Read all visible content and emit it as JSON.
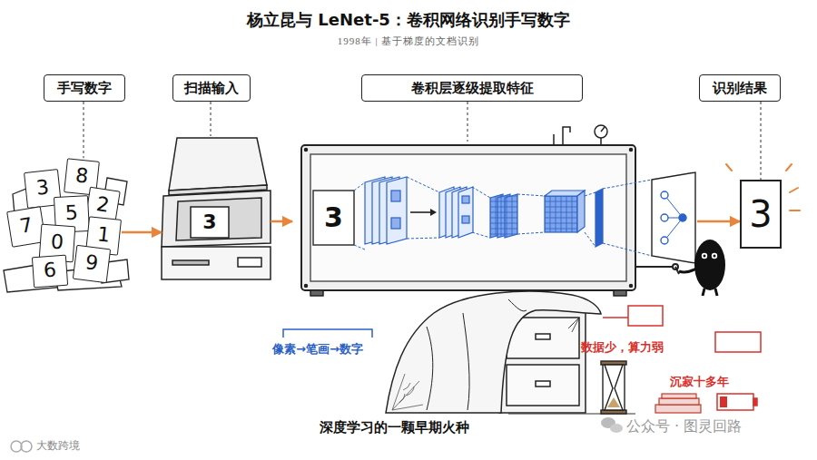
{
  "diagram": {
    "title": "杨立昆与 LeNet-5：卷积网络识别手写数字",
    "caption": "深度学习的一颗早期火种",
    "nodes": [
      {
        "text": [
          "手写数字"
        ]
      },
      {
        "text": [
          "扫描输入"
        ]
      },
      {
        "text": [
          "卷积层逐级提取特征"
        ]
      },
      {
        "text": [
          "识别结果"
        ]
      },
      {
        "text": [
          "3"
        ]
      },
      {
        "text": [
          "8"
        ]
      },
      {
        "text": [
          "2"
        ]
      },
      {
        "text": [
          "5"
        ]
      },
      {
        "text": [
          "7"
        ]
      },
      {
        "text": [
          "0"
        ]
      },
      {
        "text": [
          "1"
        ]
      },
      {
        "text": [
          "6"
        ]
      },
      {
        "text": [
          "9"
        ]
      },
      {
        "text": [
          "3"
        ]
      },
      {
        "text": [
          "3"
        ]
      },
      {
        "text": [
          "3"
        ]
      }
    ],
    "edges": [
      {
        "from": 0,
        "to": 5,
        "arrow": "none"
      },
      {
        "from": 1,
        "to": 13,
        "arrow": "none"
      },
      {
        "from": 2,
        "to": 14,
        "arrow": "none"
      },
      {
        "from": 3,
        "to": 15,
        "arrow": "none"
      },
      {
        "from": 10,
        "to": 13,
        "arrow": "to"
      },
      {
        "from": 13,
        "to": 14,
        "arrow": "to"
      },
      {
        "from": 14,
        "to": 15,
        "arrow": "to"
      }
    ],
    "labels": [
      "1998年 | 基于梯度的文档识别",
      "像素→笔画→数字",
      "数据少，算力弱",
      "沉寂十多年",
      "大数跨境",
      "公众号 · 图灵回路"
    ]
  }
}
